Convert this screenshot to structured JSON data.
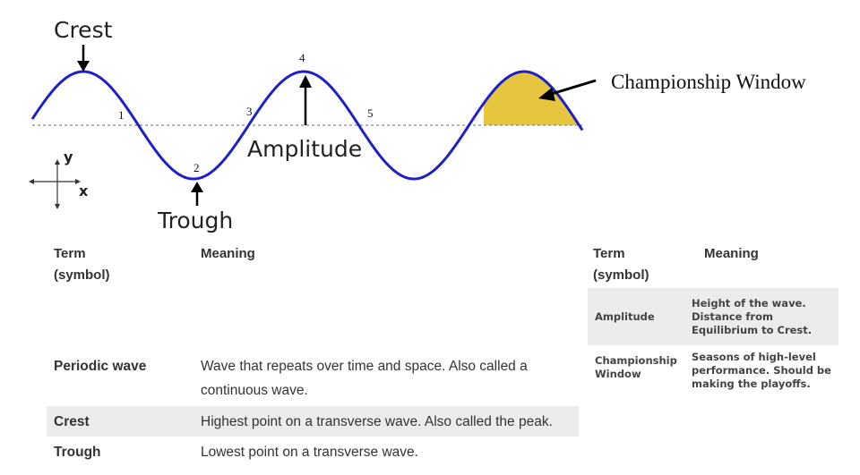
{
  "diagram": {
    "labels": {
      "crest": "Crest",
      "trough": "Trough",
      "amplitude": "Amplitude",
      "championship_window": "Championship Window",
      "axis_y": "y",
      "axis_x": "x",
      "points": [
        "1",
        "2",
        "3",
        "4",
        "5"
      ]
    },
    "colors": {
      "wave": "#1f1fc8",
      "window_fill": "#e6c53f",
      "equilibrium": "#888888",
      "arrow": "#000000"
    }
  },
  "left_table": {
    "header_term": "Term\n(symbol)",
    "header_meaning": "Meaning",
    "rows": [
      {
        "term": "Periodic wave",
        "meaning": "Wave that repeats over time and space. Also called a continuous wave."
      },
      {
        "term": "Crest",
        "meaning": "Highest point on a transverse wave. Also called the peak."
      },
      {
        "term": "Trough",
        "meaning": "Lowest point on a transverse wave."
      }
    ]
  },
  "right_table": {
    "header_term": "Term (symbol)",
    "header_meaning": "Meaning",
    "rows": [
      {
        "term": "Amplitude",
        "meaning": "Height of the wave. Distance from Equilibrium to Crest."
      },
      {
        "term": "Championship Window",
        "meaning": "Seasons of high-level performance. Should be making the playoffs."
      }
    ]
  }
}
